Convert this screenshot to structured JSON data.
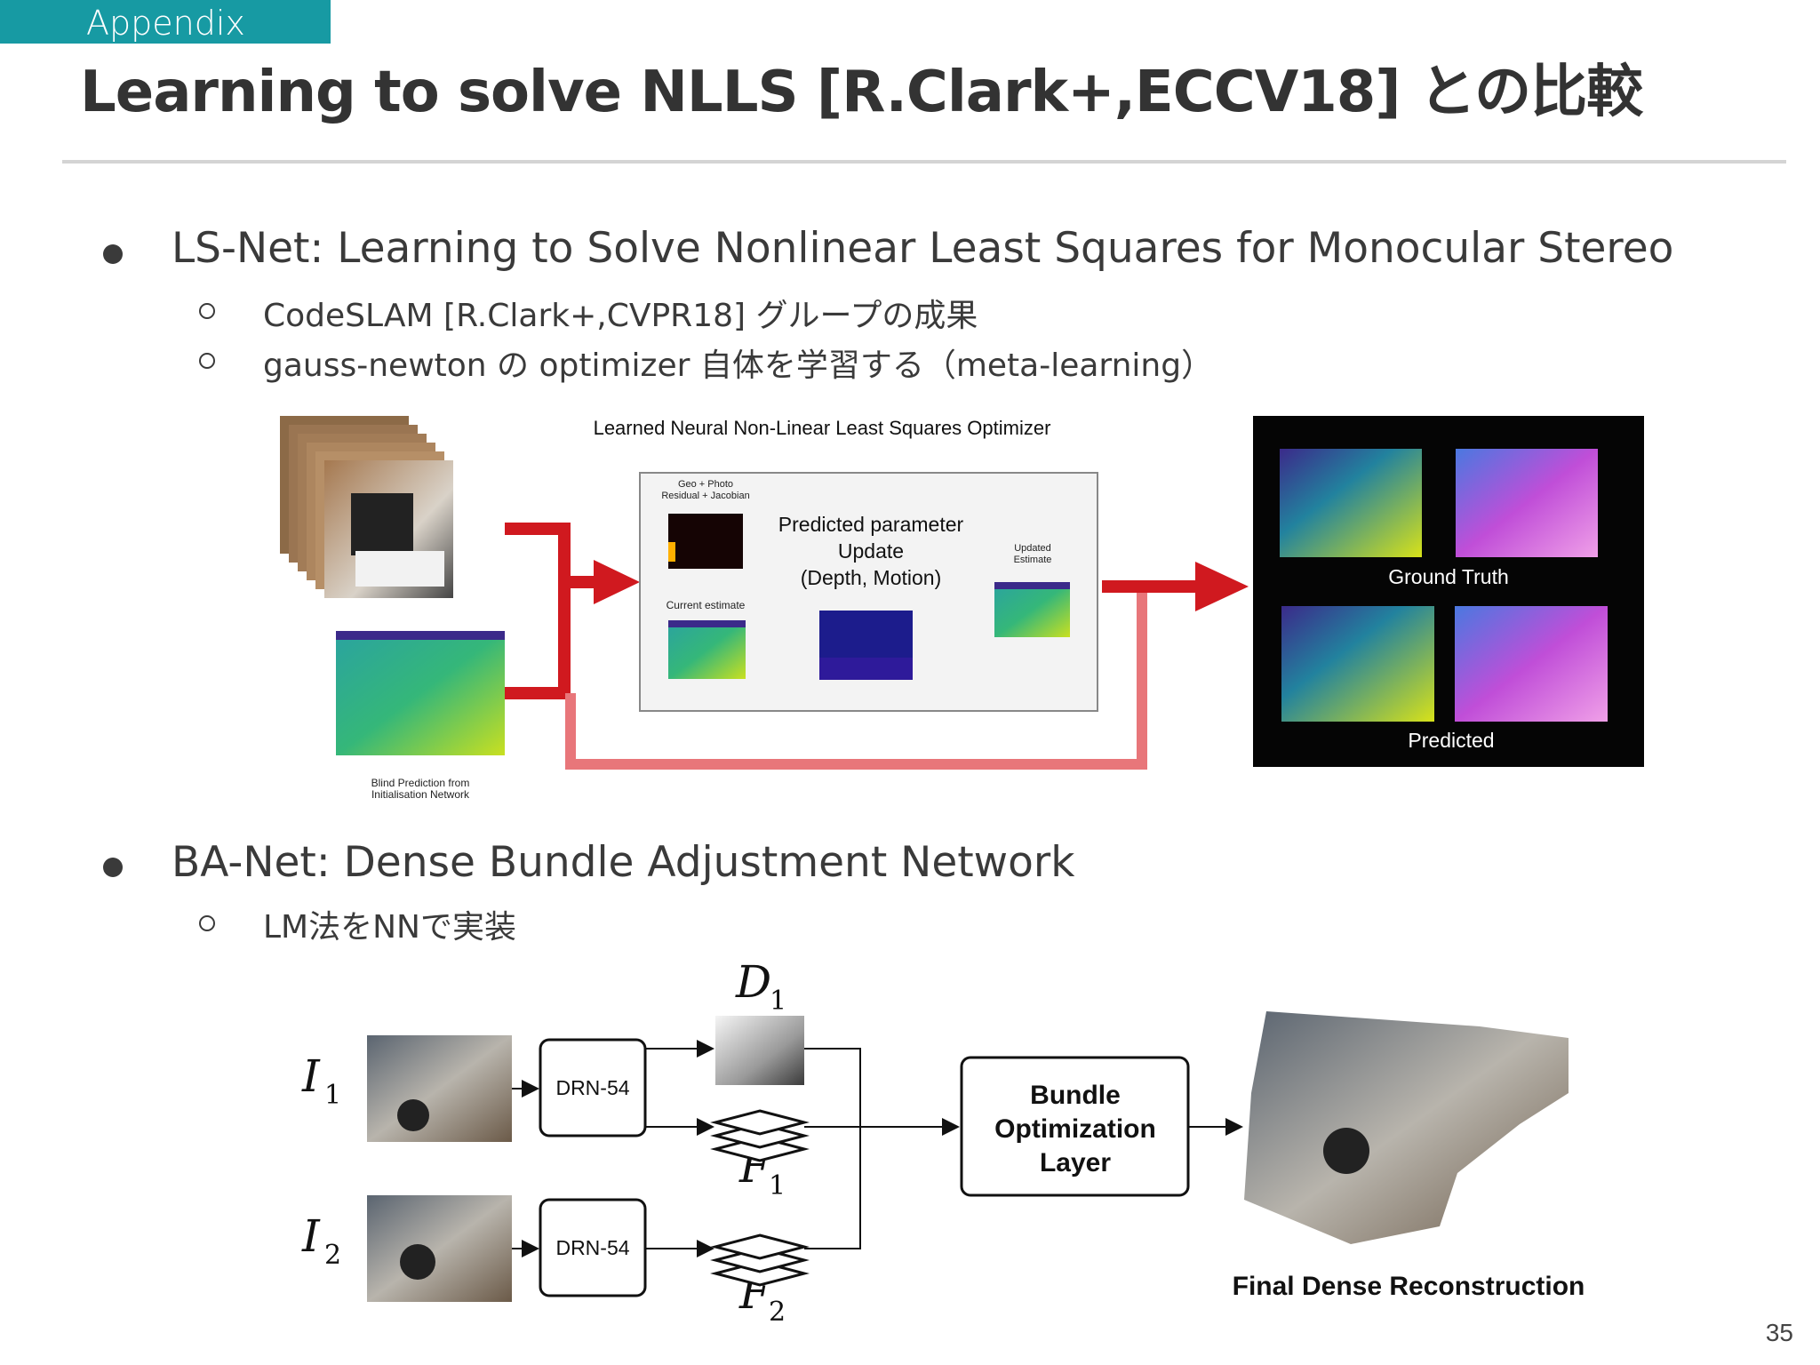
{
  "header": {
    "section_tag": "Appendix",
    "title": "Learning to solve NLLS [R.Clark+,ECCV18] との比較"
  },
  "bullets": [
    {
      "text": "LS-Net: Learning to Solve Nonlinear Least Squares for Monocular Stereo",
      "sub": [
        "CodeSLAM [R.Clark+,CVPR18] グループの成果",
        "gauss-newton の optimizer 自体を学習する（meta-learning）"
      ]
    },
    {
      "text": "BA-Net: Dense Bundle Adjustment Network",
      "sub": [
        "LM法をNNで実装"
      ]
    }
  ],
  "lsnet_figure": {
    "title": "Learned Neural Non-Linear Least Squares Optimizer",
    "residual_label_line1": "Geo + Photo",
    "residual_label_line2": "Residual + Jacobian",
    "center_line1": "Predicted parameter",
    "center_line2": "Update",
    "center_line3": "(Depth, Motion)",
    "updated_line1": "Updated",
    "updated_line2": "Estimate",
    "current_label": "Current estimate",
    "blind_line1": "Blind Prediction from",
    "blind_line2": "Initialisation Network",
    "ground_truth": "Ground Truth",
    "predicted": "Predicted"
  },
  "banet_figure": {
    "i1_symbol": "I",
    "i1_sub": "1",
    "i2_symbol": "I",
    "i2_sub": "2",
    "d1_symbol": "D",
    "d1_sub": "1",
    "f1_symbol": "F",
    "f1_sub": "1",
    "f2_symbol": "F",
    "f2_sub": "2",
    "drn_top": "DRN-54",
    "drn_bottom": "DRN-54",
    "boa_line1": "Bundle",
    "boa_line2": "Optimization",
    "boa_line3": "Layer",
    "final_label": "Final Dense Reconstruction"
  },
  "footer": {
    "page_number": "35"
  }
}
